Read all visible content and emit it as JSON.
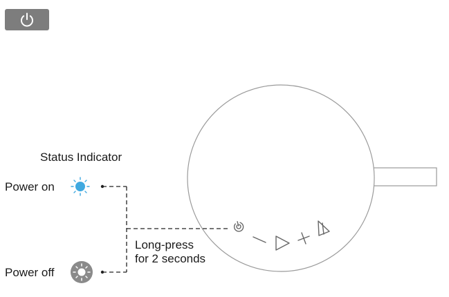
{
  "header": {
    "power_icon": "power-icon",
    "button_color": "#7d7d7d"
  },
  "status": {
    "title": "Status Indicator",
    "power_on_label": "Power on",
    "power_off_label": "Power off",
    "power_on_color": "#3fa9e0",
    "power_off_color": "#8a8a8a"
  },
  "instruction": {
    "line1": "Long-press",
    "line2": "for 2 seconds"
  },
  "device": {
    "buttons": [
      "power-icon",
      "minus-icon",
      "play-icon",
      "plus-icon",
      "bluetooth-icon"
    ]
  }
}
